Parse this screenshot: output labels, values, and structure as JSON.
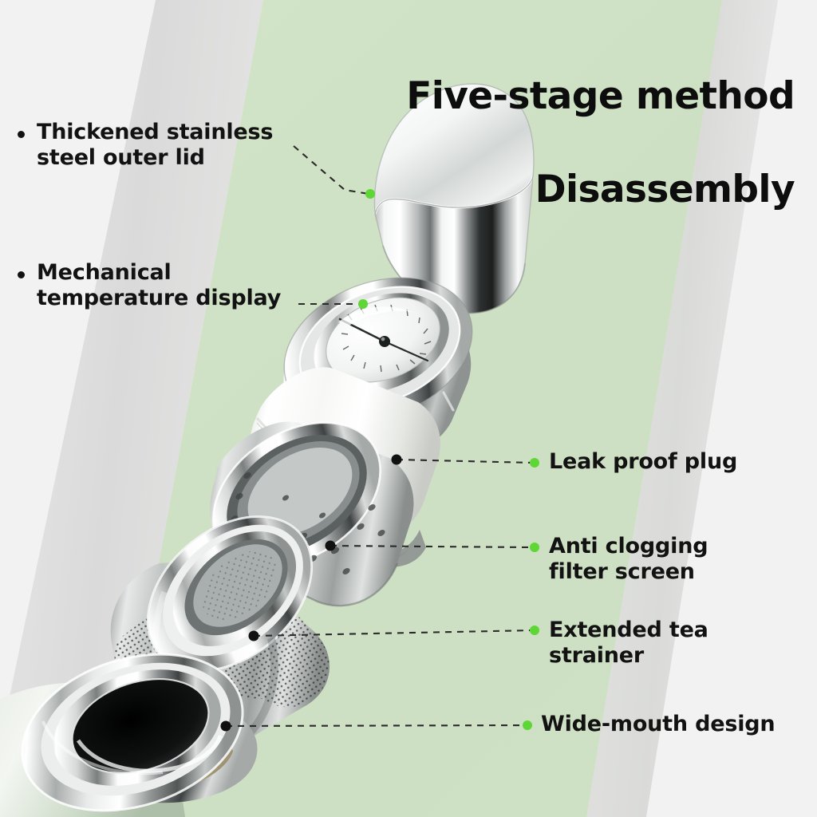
{
  "title": {
    "line1": "Five-stage method",
    "line2": "Disassembly"
  },
  "colors": {
    "background_white": "#f1f2f1",
    "background_gray": "#dcdcdc",
    "background_green": "#cfe1c5",
    "accent_dot": "#5ed636",
    "anchor_dot": "#111111",
    "text": "#121212",
    "leader_line": "#2b2b2b"
  },
  "callouts": {
    "left": [
      {
        "id": "outer-lid",
        "label": "Thickened stainless\nsteel outer lid",
        "bullet": true
      },
      {
        "id": "temperature-display",
        "label": "Mechanical\ntemperature display",
        "bullet": true
      }
    ],
    "right": [
      {
        "id": "leak-proof-plug",
        "label": "Leak proof plug"
      },
      {
        "id": "filter-screen",
        "label": "Anti clogging\nfilter screen"
      },
      {
        "id": "tea-strainer",
        "label": "Extended tea\nstrainer"
      },
      {
        "id": "wide-mouth",
        "label": "Wide-mouth design"
      }
    ]
  },
  "product": {
    "name": "exploded-thermos-flask",
    "parts": [
      "stainless-outer-lid",
      "temperature-display-cap",
      "leak-proof-plug",
      "anti-clogging-filter-screen",
      "extended-tea-strainer",
      "wide-mouth-bottle"
    ]
  }
}
